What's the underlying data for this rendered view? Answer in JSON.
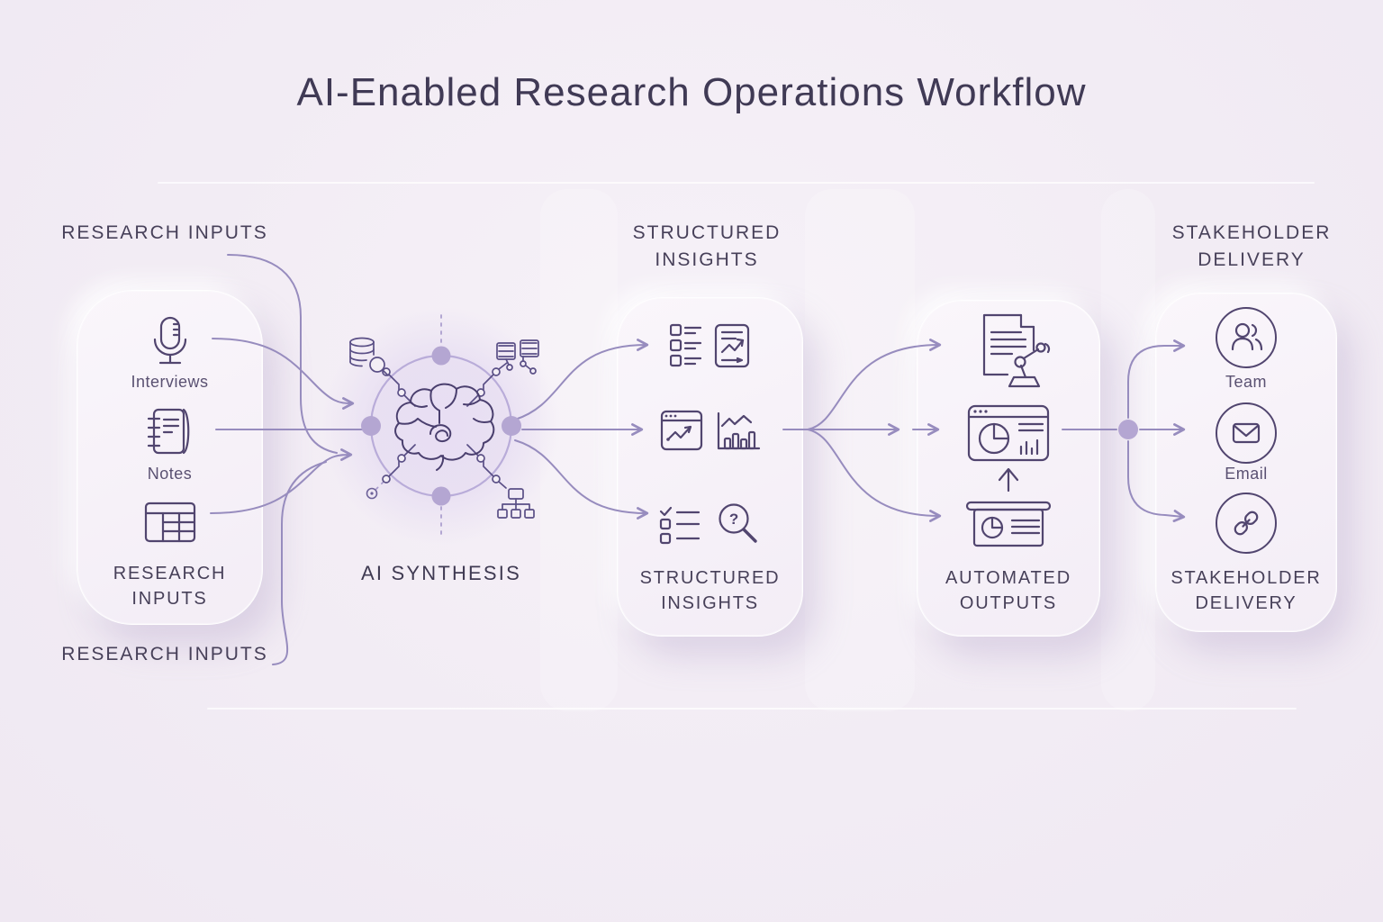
{
  "title": "AI-Enabled Research Operations Workflow",
  "colors": {
    "background": "#f2ecf4",
    "icon_stroke": "#51456f",
    "connector": "#978cbe",
    "node_fill": "#b4a6d2",
    "ring": "#b9acd9",
    "heading_text": "#474059"
  },
  "research_inputs": {
    "heading": "RESEARCH INPUTS",
    "items": [
      {
        "icon": "microphone-icon",
        "label": "Interviews"
      },
      {
        "icon": "notebook-icon",
        "label": "Notes"
      },
      {
        "icon": "spreadsheet-icon",
        "label": ""
      }
    ],
    "card_label": "RESEARCH INPUTS",
    "outer_label": "RESEARCH INPUTS"
  },
  "ai_synthesis": {
    "label": "AI SYNTHESIS",
    "icons": [
      "brain-circuit-icon",
      "database-search-icon",
      "data-records-icon",
      "org-chart-icon",
      "node-icon"
    ]
  },
  "structured_insights": {
    "heading": "STRUCTURED INSIGHTS",
    "card_label": "STRUCTURED INSIGHTS",
    "rows": [
      {
        "icons": [
          "checkbox-list-icon",
          "trend-report-icon"
        ]
      },
      {
        "icons": [
          "browser-trend-icon",
          "bar-chart-icon"
        ]
      },
      {
        "icons": [
          "todo-list-icon",
          "magnifier-question-icon"
        ],
        "glyph": "?"
      }
    ]
  },
  "automated_outputs": {
    "card_label": "AUTOMATED OUTPUTS",
    "rows": [
      {
        "icon": "document-robot-icon"
      },
      {
        "icon": "dashboard-icon"
      },
      {
        "icon": "up-arrow-icon"
      },
      {
        "icon": "presentation-icon"
      }
    ]
  },
  "stakeholder_delivery": {
    "heading": "STAKEHOLDER DELIVERY",
    "card_label": "STAKEHOLDER DELIVERY",
    "items": [
      {
        "icon": "team-icon",
        "label": "Team"
      },
      {
        "icon": "email-icon",
        "label": "Email"
      },
      {
        "icon": "link-icon",
        "label": ""
      }
    ]
  }
}
